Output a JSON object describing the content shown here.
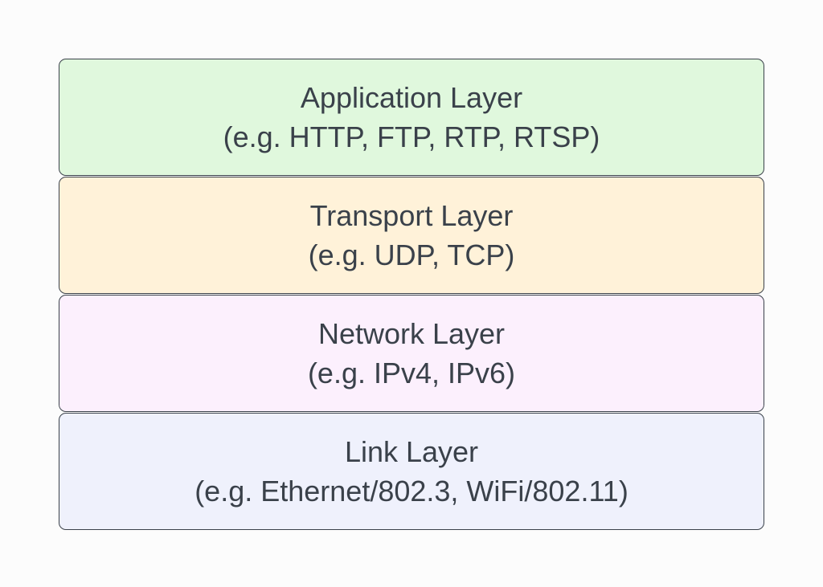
{
  "layers": [
    {
      "title": "Application Layer",
      "examples": "(e.g. HTTP, FTP, RTP, RTSP)",
      "fill": "#e0f8dd"
    },
    {
      "title": "Transport Layer",
      "examples": "(e.g. UDP, TCP)",
      "fill": "#fff2d9"
    },
    {
      "title": "Network Layer",
      "examples": "(e.g. IPv4, IPv6)",
      "fill": "#fcf0fd"
    },
    {
      "title": "Link Layer",
      "examples": "(e.g. Ethernet/802.3, WiFi/802.11)",
      "fill": "#eff1fc"
    }
  ],
  "colors": {
    "border": "#3a414a",
    "text": "#3a414a",
    "background": "#fcfcfc"
  }
}
